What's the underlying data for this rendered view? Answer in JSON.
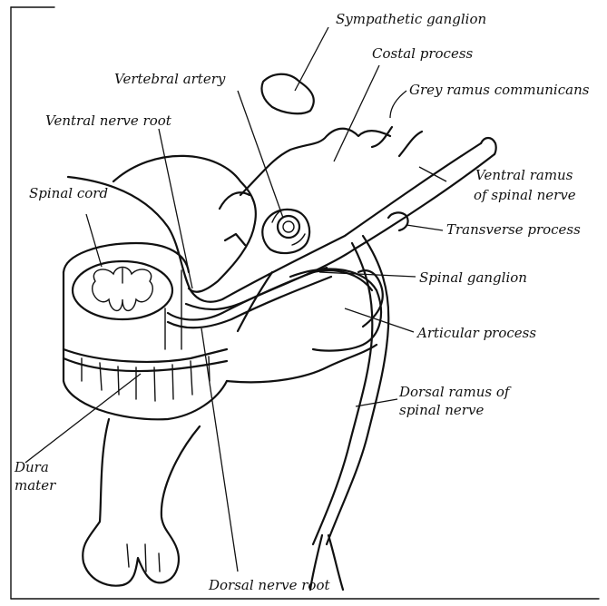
{
  "labels": {
    "sympathetic_ganglion": "Sympathetic ganglion",
    "costal_process": "Costal process",
    "vertebral_artery": "Vertebral artery",
    "grey_ramus": "Grey ramus communicans",
    "ventral_nerve_root": "Ventral nerve root",
    "ventral_ramus_1": "Ventral ramus",
    "ventral_ramus_2": "of spinal nerve",
    "spinal_cord": "Spinal cord",
    "transverse_process": "Transverse process",
    "spinal_ganglion": "Spinal ganglion",
    "articular_process": "Articular process",
    "dorsal_ramus_1": "Dorsal ramus of",
    "dorsal_ramus_2": "spinal nerve",
    "dura_mater_1": "Dura",
    "dura_mater_2": "mater",
    "dorsal_nerve_root": "Dorsal nerve root"
  }
}
